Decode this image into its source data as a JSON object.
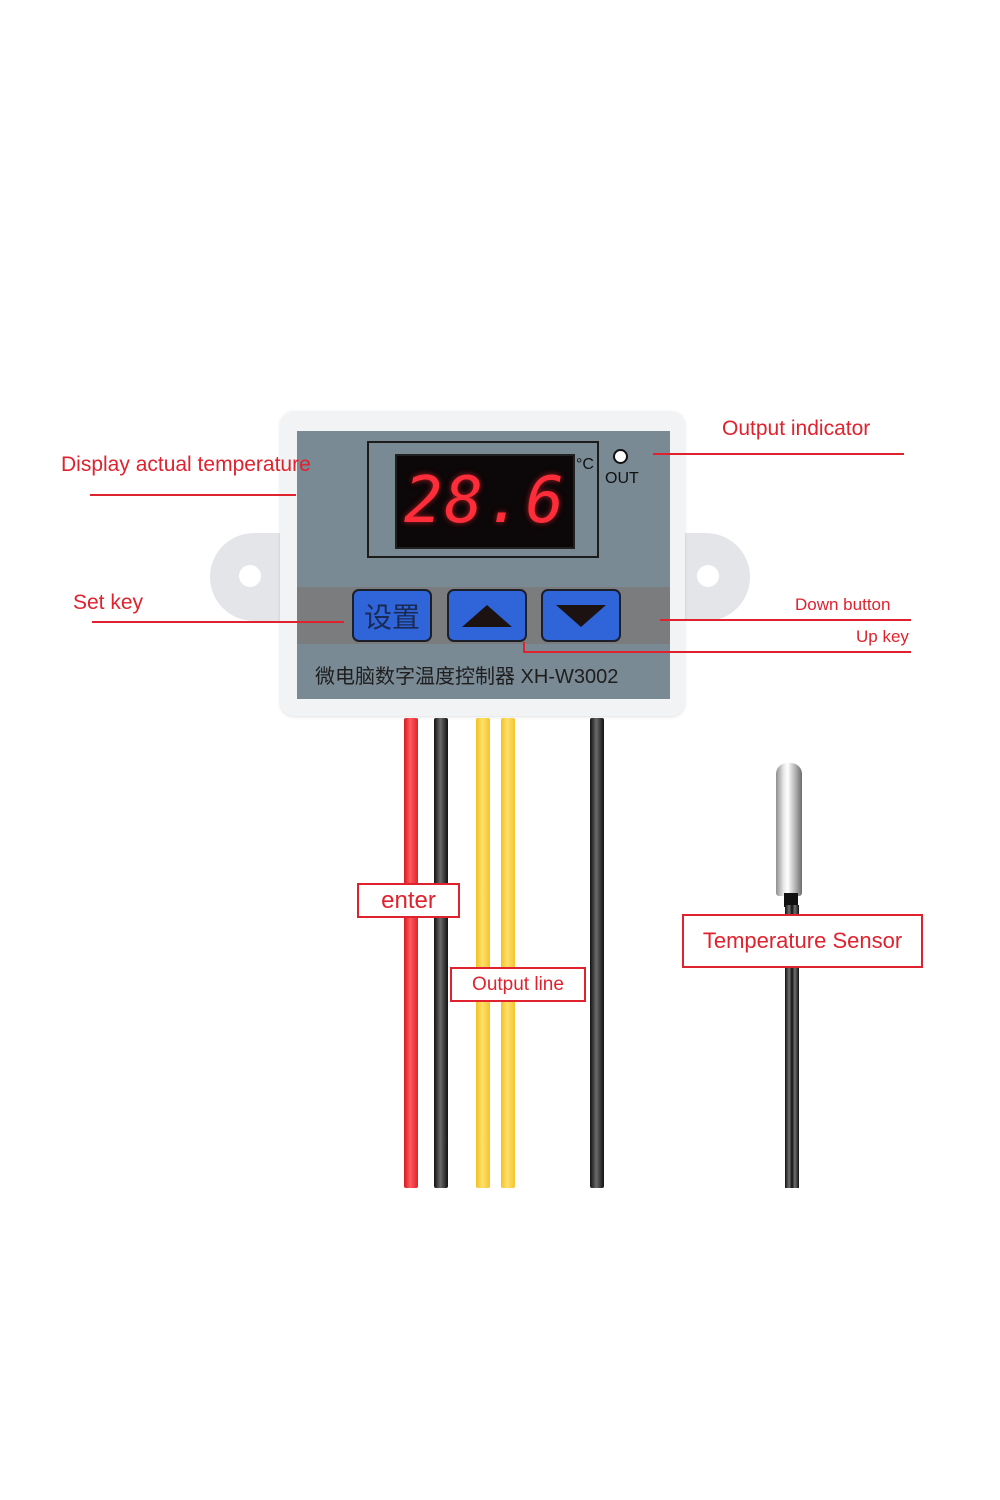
{
  "device": {
    "display_value": "28.6",
    "unit": "°C",
    "indicator_label": "OUT",
    "set_key_label": "设置",
    "up_key_icon": "triangle-up-icon",
    "down_key_icon": "triangle-down-icon",
    "model_text": "微电脑数字温度控制器  XH-W3002",
    "colors": {
      "faceplate": "#7a8a95",
      "button_band": "#7b7c7e",
      "key_blue": "#2f65d8",
      "display_red": "#ff2d3a",
      "housing": "#f2f3f5"
    }
  },
  "annotations": {
    "display_actual_temperature": "Display actual temperature",
    "output_indicator": "Output indicator",
    "set_key": "Set key",
    "down_button": "Down button",
    "up_key": "Up key",
    "enter": "enter",
    "output_line": "Output line",
    "temperature_sensor": "Temperature Sensor",
    "annotation_color": "#e0222e"
  },
  "wires": [
    {
      "color": "red"
    },
    {
      "color": "black"
    },
    {
      "color": "yellow"
    },
    {
      "color": "yellow"
    },
    {
      "color": "black"
    }
  ]
}
